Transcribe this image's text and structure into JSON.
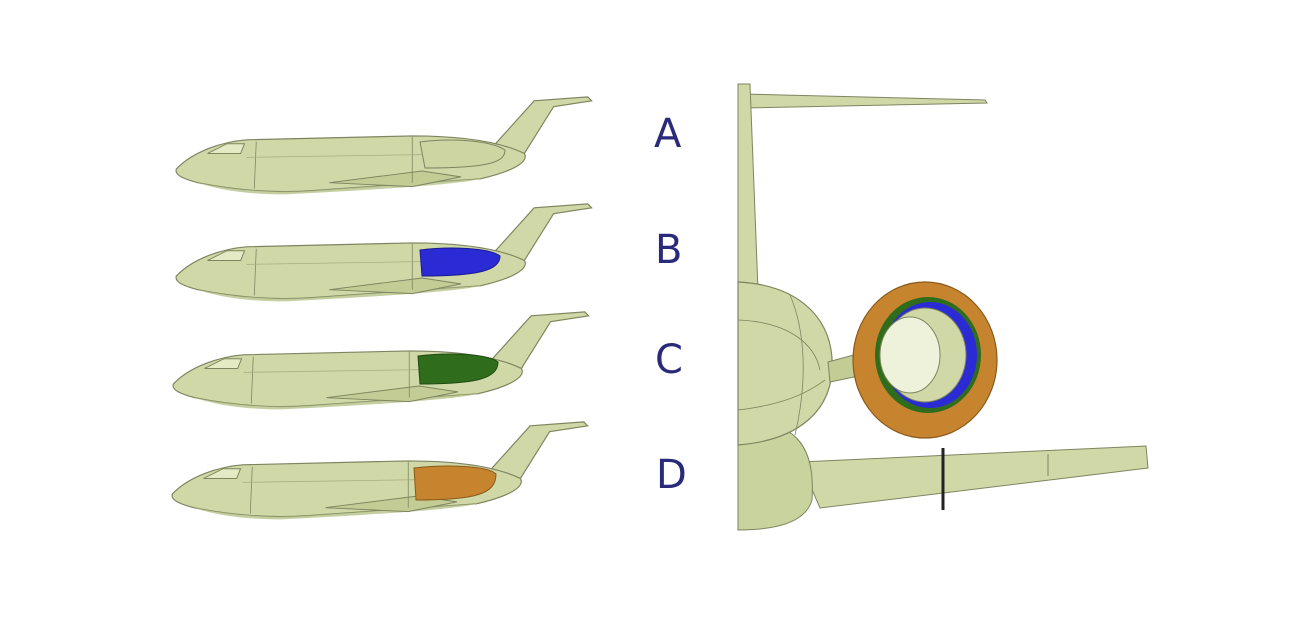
{
  "labels": [
    "A",
    "B",
    "C",
    "D"
  ],
  "colors": {
    "airframe": "#cfd8a6",
    "airframe_shade": "#b6c28a",
    "outline": "#7e8560",
    "engine_b": "#2b2bd6",
    "engine_c": "#2f6d1d",
    "engine_d": "#c7842f",
    "label": "#2a2a7a"
  },
  "configurations": [
    {
      "label": "A",
      "engine": "none"
    },
    {
      "label": "B",
      "engine": "blue"
    },
    {
      "label": "C",
      "engine": "green"
    },
    {
      "label": "D",
      "engine": "orange"
    }
  ]
}
